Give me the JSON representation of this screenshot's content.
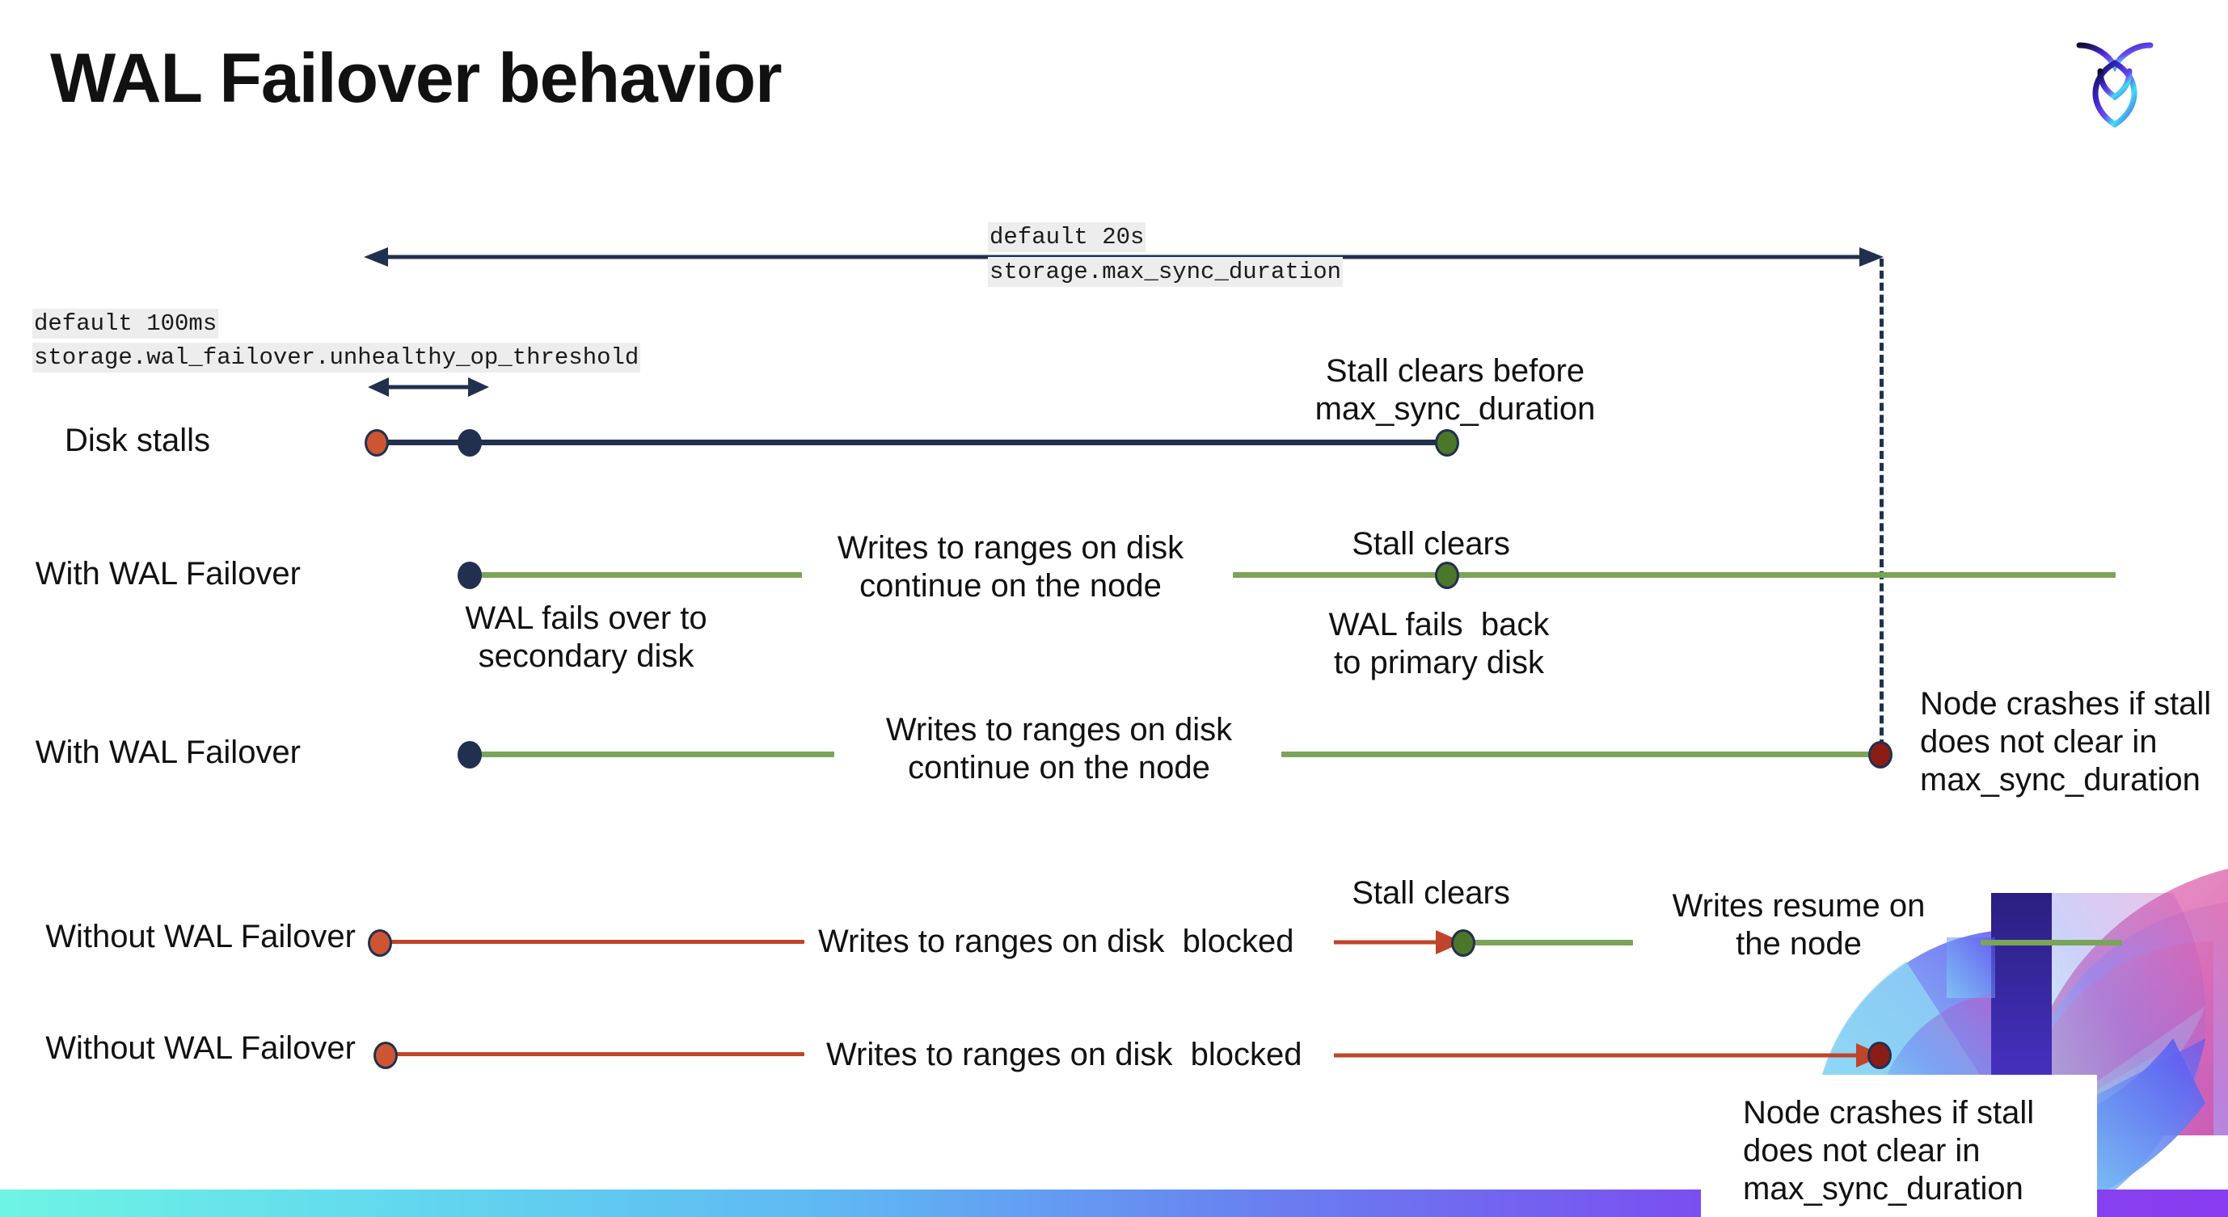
{
  "slide": {
    "title": "WAL Failover behavior",
    "logo_name": "cockroachdb-logo"
  },
  "cluster_settings": {
    "max_sync": {
      "default_label": "default 20s",
      "setting_name": "storage.max_sync_duration"
    },
    "unhealthy_op": {
      "default_label": "default 100ms",
      "setting_name": "storage.wal_failover.unhealthy_op_threshold"
    }
  },
  "rows": {
    "disk_stalls": {
      "row_label": "Disk stalls",
      "annotation": "Stall clears before\nmax_sync_duration"
    },
    "with_failover_clears": {
      "row_label": "With WAL Failover",
      "failover_note": "WAL fails over to\nsecondary disk",
      "continue_note": "Writes to ranges on disk\ncontinue on the node",
      "stall_clears": "Stall clears",
      "failback_note": "WAL fails  back\nto primary disk"
    },
    "with_failover_crash": {
      "row_label": "With WAL Failover",
      "continue_note": "Writes to ranges on disk\ncontinue on the node",
      "crash_note": "Node crashes if stall\ndoes not clear in\nmax_sync_duration"
    },
    "without_failover_clears": {
      "row_label": "Without WAL Failover",
      "blocked_note": "Writes to ranges on disk  blocked",
      "stall_clears": "Stall clears",
      "resume_note": "Writes resume on\nthe node"
    },
    "without_failover_crash": {
      "row_label": "Without WAL Failover",
      "blocked_note": "Writes to ranges on disk  blocked",
      "crash_note": "Node crashes if stall\ndoes not clear in\nmax_sync_duration"
    }
  },
  "colors": {
    "navy": "#22304f",
    "green_line": "#7aa457",
    "green_dot": "#4a7729",
    "orange_dot": "#cd5533",
    "red_line": "#c0442a",
    "dark_red_dot": "#8b1d16",
    "code_chip_bg": "#ededed"
  },
  "icons": {
    "double_arrow": "double-headed-arrow-icon",
    "left_right_span_arrow": "span-arrow-icon",
    "arrow_head": "arrow-head-icon"
  }
}
